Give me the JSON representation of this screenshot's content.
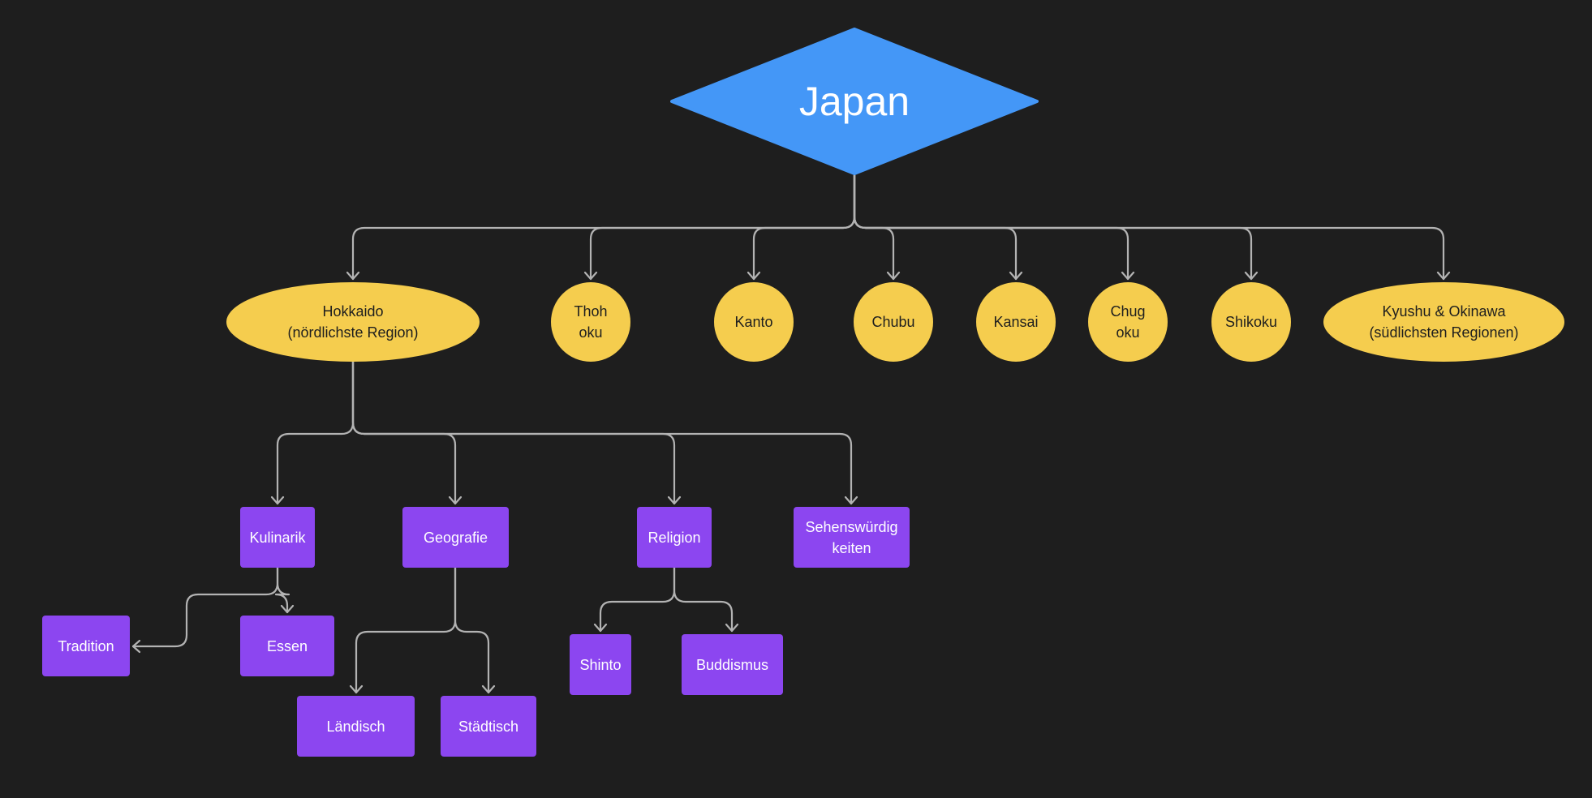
{
  "colors": {
    "background": "#1e1e1e",
    "root_fill": "#4497f7",
    "region_fill": "#f5cd4e",
    "topic_fill": "#8c46f0",
    "connector": "#b3b3b3"
  },
  "root": {
    "label": "Japan"
  },
  "regions": [
    {
      "id": "hokkaido",
      "label": "Hokkaido\n(nördlichste Region)"
    },
    {
      "id": "thohoku",
      "label": "Thoh\noku"
    },
    {
      "id": "kanto",
      "label": "Kanto"
    },
    {
      "id": "chubu",
      "label": "Chubu"
    },
    {
      "id": "kansai",
      "label": "Kansai"
    },
    {
      "id": "chugoku",
      "label": "Chug\noku"
    },
    {
      "id": "shikoku",
      "label": "Shikoku"
    },
    {
      "id": "kyushu",
      "label": "Kyushu & Okinawa\n(südlichsten Regionen)"
    }
  ],
  "topics": [
    {
      "id": "kulinarik",
      "label": "Kulinarik",
      "parent": "hokkaido"
    },
    {
      "id": "geografie",
      "label": "Geografie",
      "parent": "hokkaido"
    },
    {
      "id": "religion",
      "label": "Religion",
      "parent": "hokkaido"
    },
    {
      "id": "sehenswuerdigkeiten",
      "label": "Sehenswürdig\nkeiten",
      "parent": "hokkaido"
    }
  ],
  "subtopics": [
    {
      "id": "tradition",
      "label": "Tradition",
      "parent": "kulinarik"
    },
    {
      "id": "essen",
      "label": "Essen",
      "parent": "kulinarik"
    },
    {
      "id": "laendisch",
      "label": "Ländisch",
      "parent": "geografie"
    },
    {
      "id": "staedtisch",
      "label": "Städtisch",
      "parent": "geografie"
    },
    {
      "id": "shinto",
      "label": "Shinto",
      "parent": "religion"
    },
    {
      "id": "buddismus",
      "label": "Buddismus",
      "parent": "religion"
    }
  ]
}
